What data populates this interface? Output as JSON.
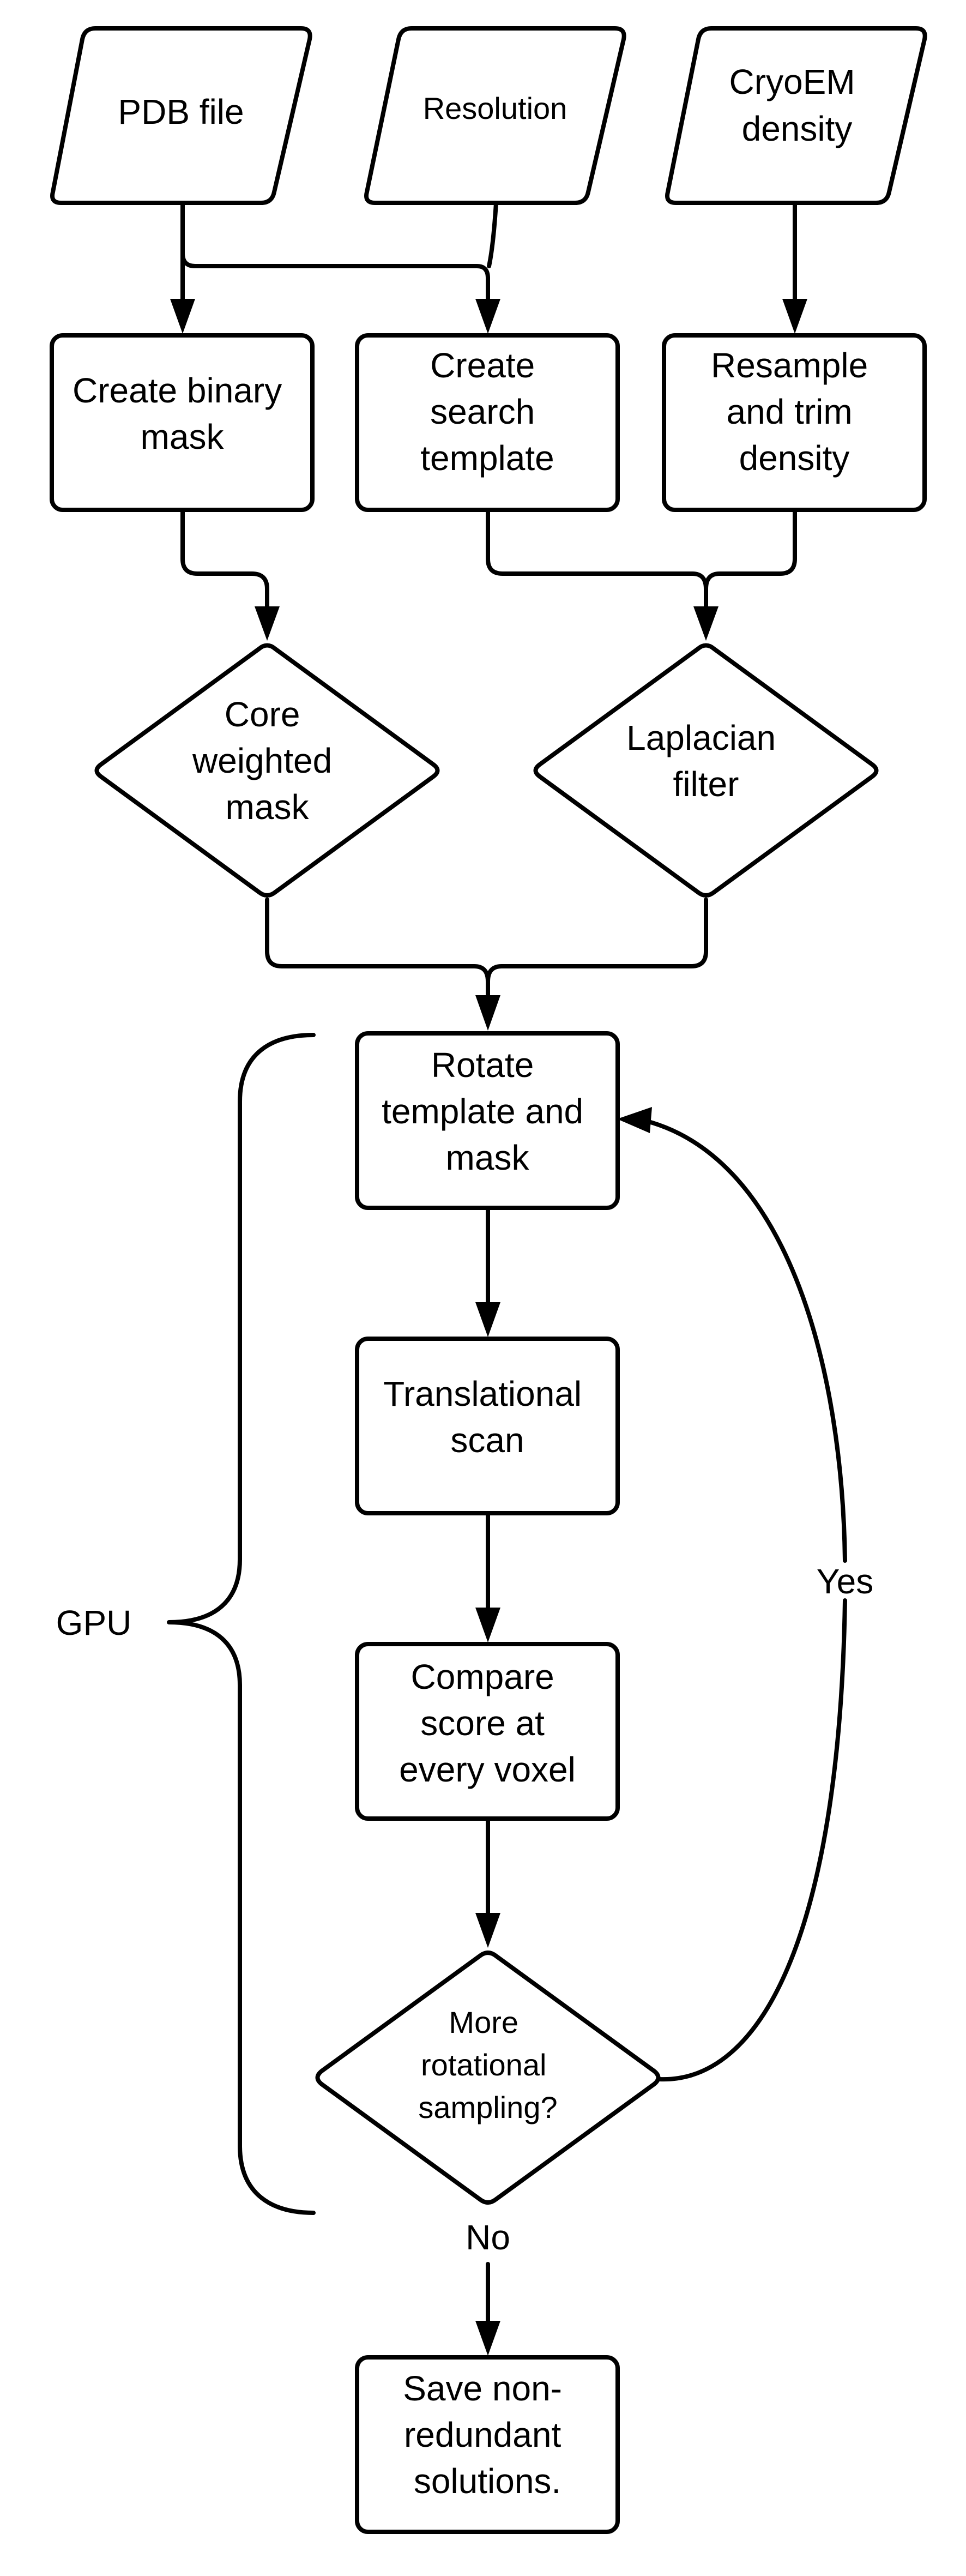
{
  "nodes": {
    "pdb_file": {
      "lines": [
        "PDB file"
      ]
    },
    "resolution": {
      "lines": [
        "Resolution"
      ]
    },
    "cryoem_density": {
      "lines": [
        "CryoEM",
        "density"
      ]
    },
    "create_binary_mask": {
      "lines": [
        "Create binary",
        "mask"
      ]
    },
    "create_search_template": {
      "lines": [
        "Create",
        "search",
        "template"
      ]
    },
    "resample_trim_density": {
      "lines": [
        "Resample",
        "and trim",
        "density"
      ]
    },
    "core_weighted_mask": {
      "lines": [
        "Core",
        "weighted",
        "mask"
      ]
    },
    "laplacian_filter": {
      "lines": [
        "Laplacian",
        "filter"
      ]
    },
    "rotate_template_mask": {
      "lines": [
        "Rotate",
        "template and",
        "mask"
      ]
    },
    "translational_scan": {
      "lines": [
        "Translational",
        "scan"
      ]
    },
    "compare_score": {
      "lines": [
        "Compare",
        "score at",
        "every voxel"
      ]
    },
    "more_rotational_sampling": {
      "lines": [
        "More",
        "rotational",
        "sampling?"
      ]
    },
    "save_solutions": {
      "lines": [
        "Save non-",
        "redundant",
        "solutions."
      ]
    }
  },
  "labels": {
    "gpu": "GPU",
    "yes": "Yes",
    "no": "No"
  }
}
